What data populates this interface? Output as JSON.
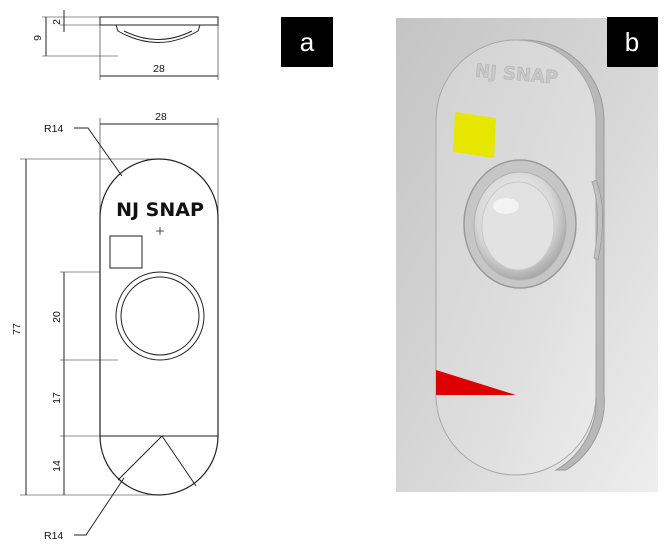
{
  "panels": {
    "a": {
      "label": "a"
    },
    "b": {
      "label": "b"
    }
  },
  "drawing": {
    "brand_text": "NJ SNAP",
    "dimensions": {
      "side_thickness": "2",
      "side_height": "9",
      "side_width": "28",
      "front_width": "28",
      "front_length": "77",
      "radius_top": "R14",
      "radius_bottom": "R14",
      "dim_20": "20",
      "dim_17": "17",
      "dim_14": "14"
    }
  },
  "render": {
    "brand_text": "NJ SNAP",
    "colors": {
      "indicator_square": "#e6e600",
      "sector_red": "#dd0000",
      "sector_blue": "#0a0a99",
      "sector_white": "#e8e8ec"
    }
  }
}
